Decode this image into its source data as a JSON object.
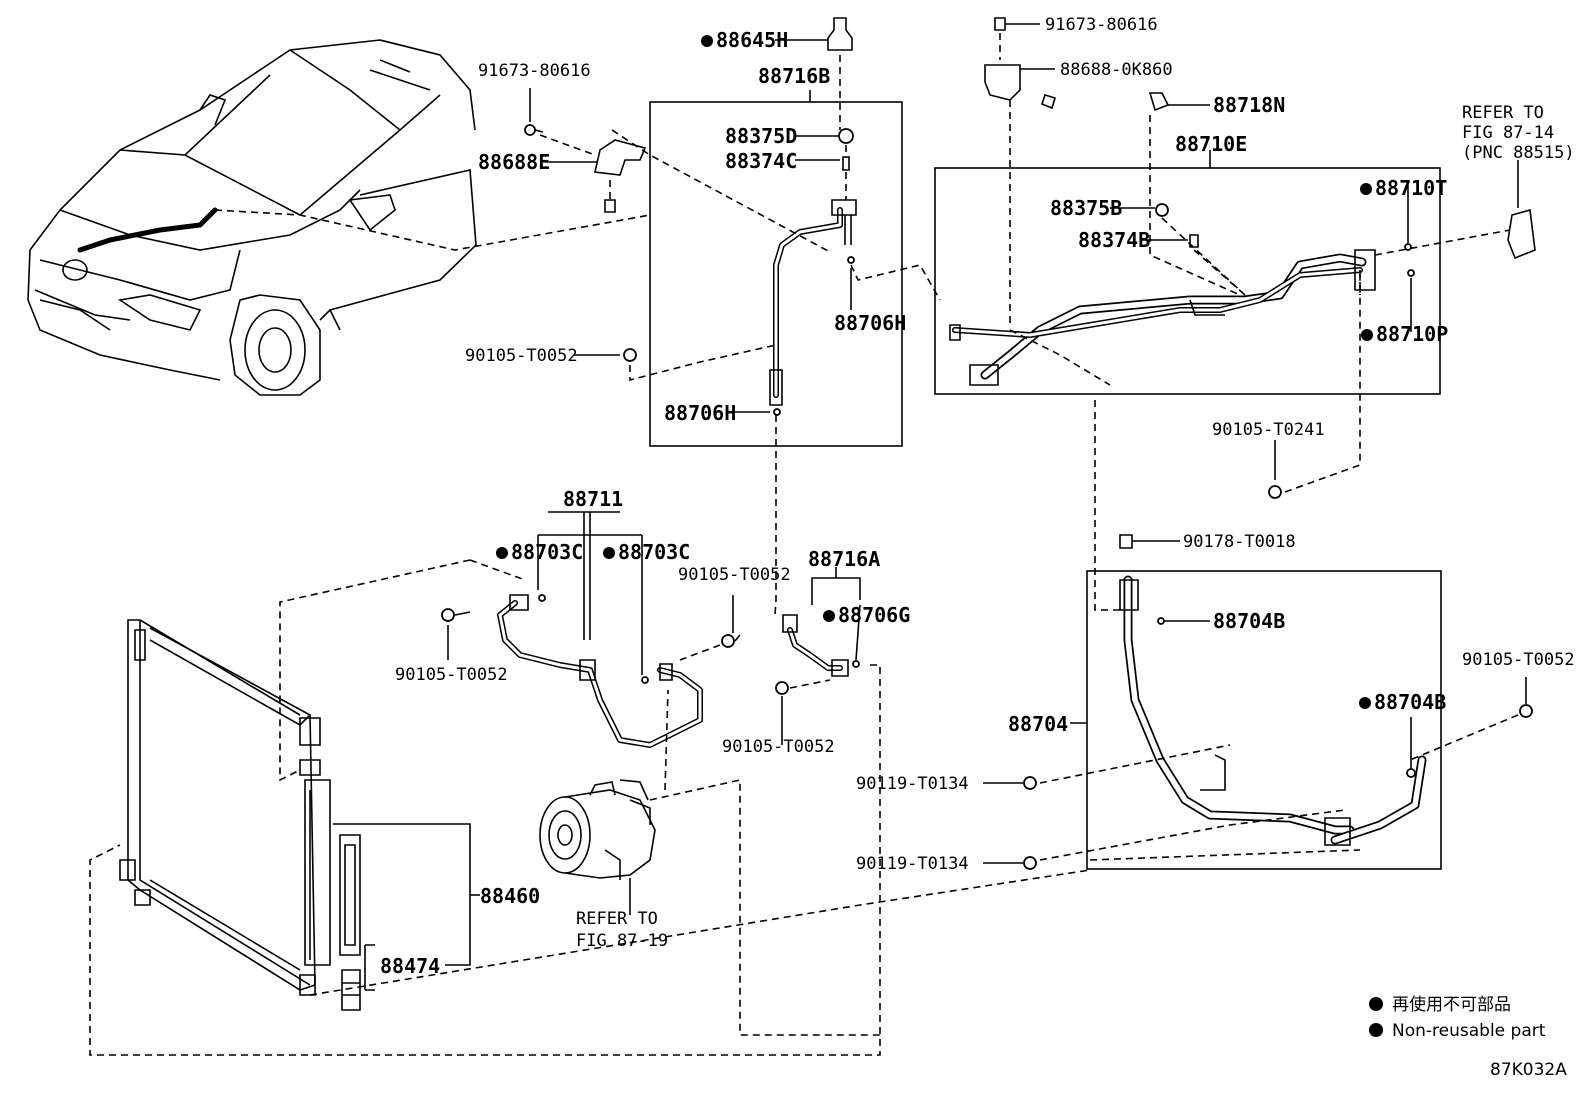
{
  "labels": {
    "p88645H": "88645H",
    "p88716B": "88716B",
    "p91673a": "91673-80616",
    "p88688E": "88688E",
    "p88375D": "88375D",
    "p88374C": "88374C",
    "p88706H_a": "88706H",
    "p88706H_b": "88706H",
    "p90105_a": "90105-T0052",
    "p91673b": "91673-80616",
    "p88688_0K": "88688-0K860",
    "p88718N": "88718N",
    "p88710E": "88710E",
    "p88375B": "88375B",
    "p88374B": "88374B",
    "p88710T": "88710T",
    "p88710P": "88710P",
    "p90105_T0241": "90105-T0241",
    "p90178": "90178-T0018",
    "p88704B_a": "88704B",
    "p88704": "88704",
    "p88704B_b": "88704B",
    "p90105_b": "90105-T0052",
    "p90119_a": "90119-T0134",
    "p90119_b": "90119-T0134",
    "p88711": "88711",
    "p88703C_a": "88703C",
    "p88703C_b": "88703C",
    "p90105_c": "90105-T0052",
    "p90105_d": "90105-T0052",
    "p88716A": "88716A",
    "p88706G": "88706G",
    "p90105_e": "90105-T0052",
    "p88460": "88460",
    "p88474": "88474"
  },
  "refer1": [
    "REFER TO",
    "FIG 87-14",
    "(PNC 88515)"
  ],
  "refer2": [
    "REFER TO",
    "FIG 87-19"
  ],
  "legend": {
    "line1": "再使用不可部品",
    "line2": "Non-reusable part"
  },
  "figure_id": "87K032A"
}
